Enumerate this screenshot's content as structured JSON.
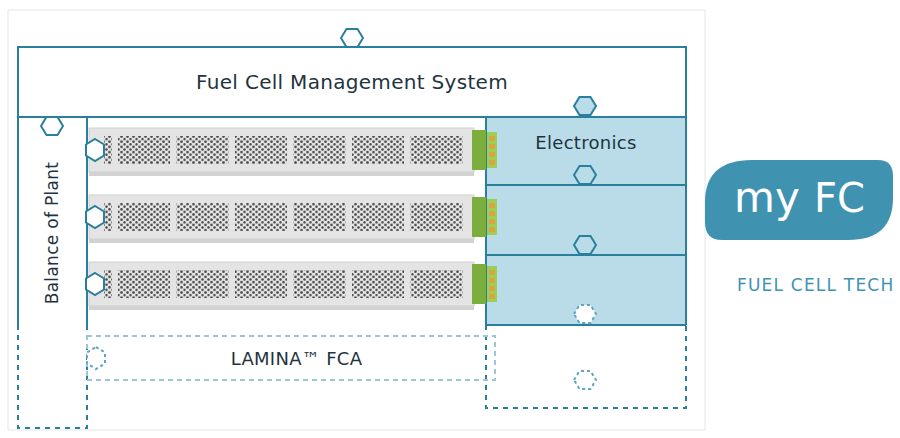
{
  "diagram": {
    "nodes": [
      {
        "text": [
          "Fuel Cell Management System"
        ]
      },
      {
        "text": [
          "Balance of Plant"
        ]
      },
      {
        "text": [
          "Electronics"
        ]
      },
      {
        "text": [
          "LAMINA™ FCA"
        ]
      }
    ],
    "labels": [
      "my",
      "FC",
      "FUEL CELL TECH"
    ]
  }
}
